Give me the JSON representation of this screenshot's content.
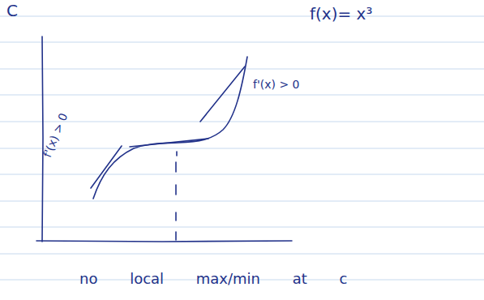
{
  "diagram": {
    "labels": [
      "C",
      "f(x)= x³",
      "f'(x) > 0",
      "f'(x) > 0",
      "no local max/min at c"
    ]
  }
}
